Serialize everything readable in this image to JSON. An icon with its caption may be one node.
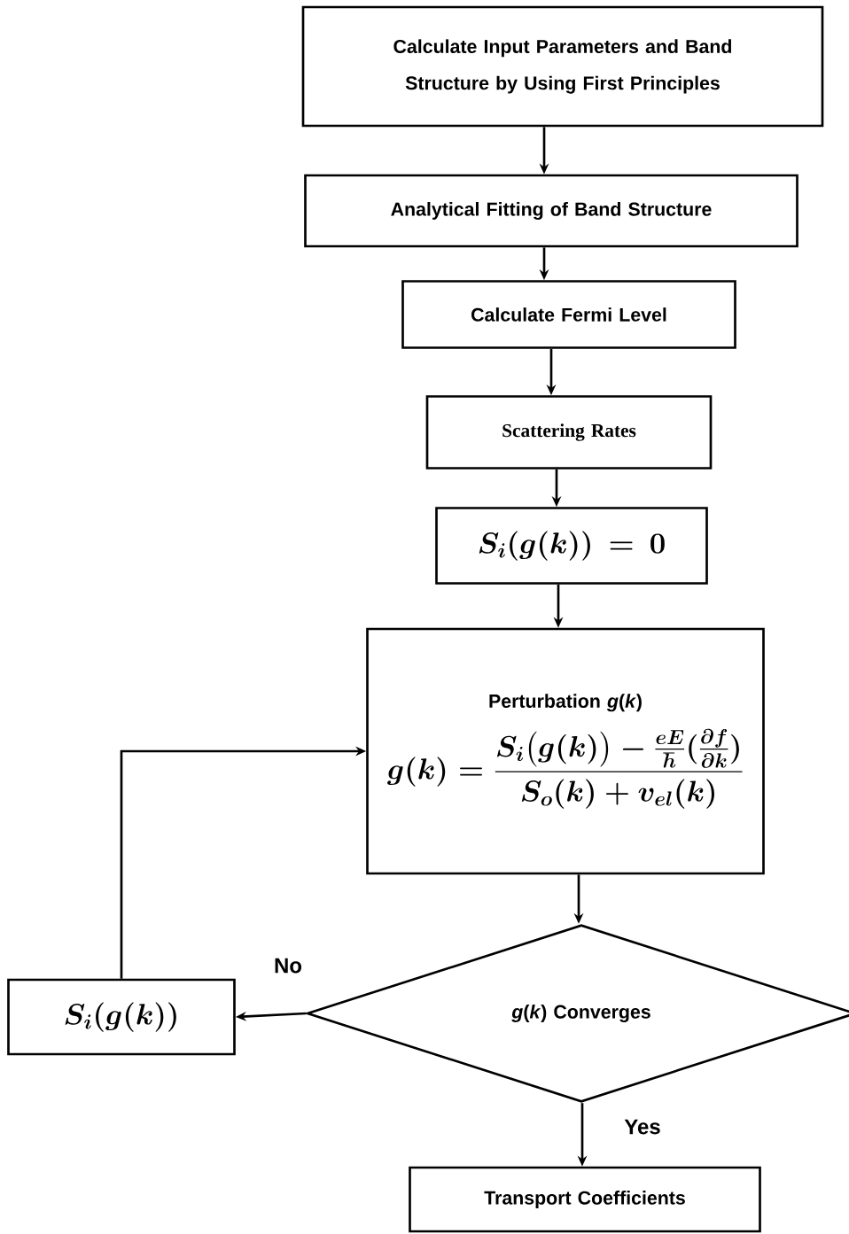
{
  "diagram": {
    "nodes": [
      {
        "text": [
          "Calculate Input Parameters and Band Structure by Using First Principles"
        ]
      },
      {
        "text": [
          "Analytical Fitting of Band Structure"
        ]
      },
      {
        "text": [
          "Calculate Fermi Level"
        ]
      },
      {
        "text": [
          "Scattering Rates"
        ]
      },
      {
        "text": [
          "S_i(g(k)) = 0"
        ]
      },
      {
        "text": [
          "Perturbation *g*(*k*)",
          "g(k) = \\frac{S_i\\big(g(k)\\big) - \\frac{eE}{\\hbar}(\\frac{\\partial f}{\\partial k})}{S_o(k) + v_{el}(k)}"
        ]
      },
      {
        "text": [
          "*g*(*k*) Converges"
        ]
      },
      {
        "text": [
          "S_i(g(k))"
        ]
      },
      {
        "text": [
          "Transport Coefficients"
        ]
      }
    ],
    "edges": [
      {
        "from": 0,
        "to": 1,
        "arrow": "to"
      },
      {
        "from": 1,
        "to": 2,
        "arrow": "to"
      },
      {
        "from": 2,
        "to": 3,
        "arrow": "to"
      },
      {
        "from": 3,
        "to": 4,
        "arrow": "to"
      },
      {
        "from": 4,
        "to": 5,
        "arrow": "to"
      },
      {
        "from": 5,
        "to": 6,
        "arrow": "to"
      },
      {
        "from": 6,
        "to": 7,
        "arrow": "to",
        "label": "No"
      },
      {
        "from": 7,
        "to": 5,
        "arrow": "to"
      },
      {
        "from": 6,
        "to": 8,
        "arrow": "to",
        "label": "Yes"
      }
    ]
  }
}
